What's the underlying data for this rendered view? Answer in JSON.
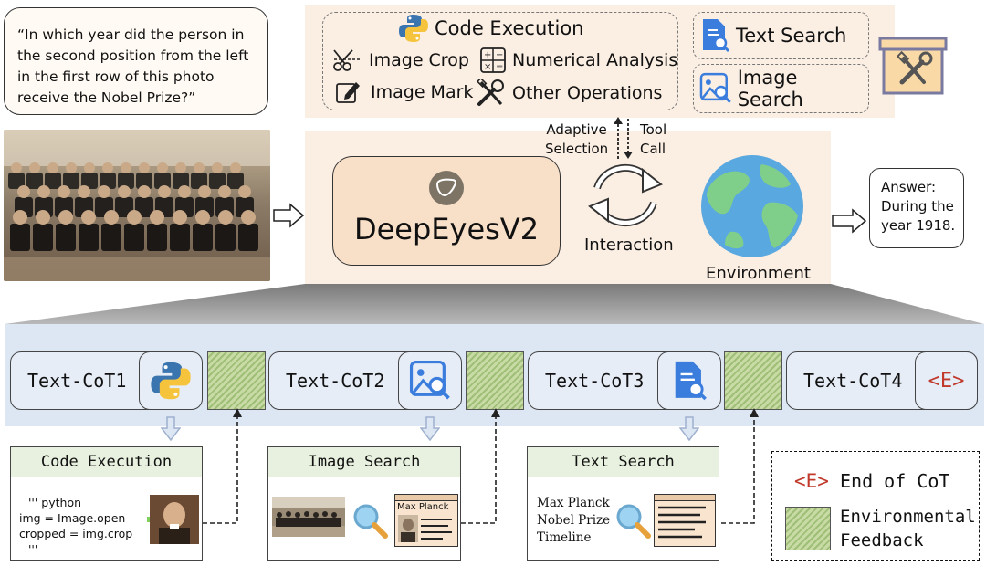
{
  "question": "“In which year did the person in the second position from the left in the first row of this photo receive the Nobel Prize?”",
  "tools": {
    "code_execution": "Code Execution",
    "image_crop": "Image Crop",
    "numerical_analysis": "Numerical Analysis",
    "image_mark": "Image Mark",
    "other_operations": "Other Operations",
    "text_search": "Text Search",
    "image_search": "Image Search"
  },
  "flow": {
    "adaptive_selection": "Adaptive\nSelection",
    "tool_call": "Tool\nCall",
    "interaction": "Interaction",
    "environment": "Environment"
  },
  "model_name": "DeepEyesV2",
  "answer": "Answer:\nDuring the\nyear 1918.",
  "cot_steps": [
    "Text-CoT1",
    "Text-CoT2",
    "Text-CoT3",
    "Text-CoT4"
  ],
  "end_token": "<E>",
  "details": {
    "code": {
      "title": "Code Execution",
      "lines": [
        "''' python",
        "img = Image.open",
        "cropped = img.crop",
        "'''"
      ]
    },
    "image_search": {
      "title": "Image Search",
      "result_label": "Max Planck"
    },
    "text_search": {
      "title": "Text Search",
      "query": [
        "Max Planck",
        "Nobel Prize",
        "Timeline"
      ]
    }
  },
  "legend": {
    "end_token": "<E>",
    "end_label": "End of CoT",
    "feedback_label": "Environmental\nFeedback"
  },
  "colors": {
    "panel_peach": "#fbeee3",
    "model_fill": "#f8dfc8",
    "cot_band": "#dde6f3",
    "hatch_green": "#9fbf78",
    "end_red": "#c0392b",
    "icon_blue": "#3b7ddd"
  }
}
